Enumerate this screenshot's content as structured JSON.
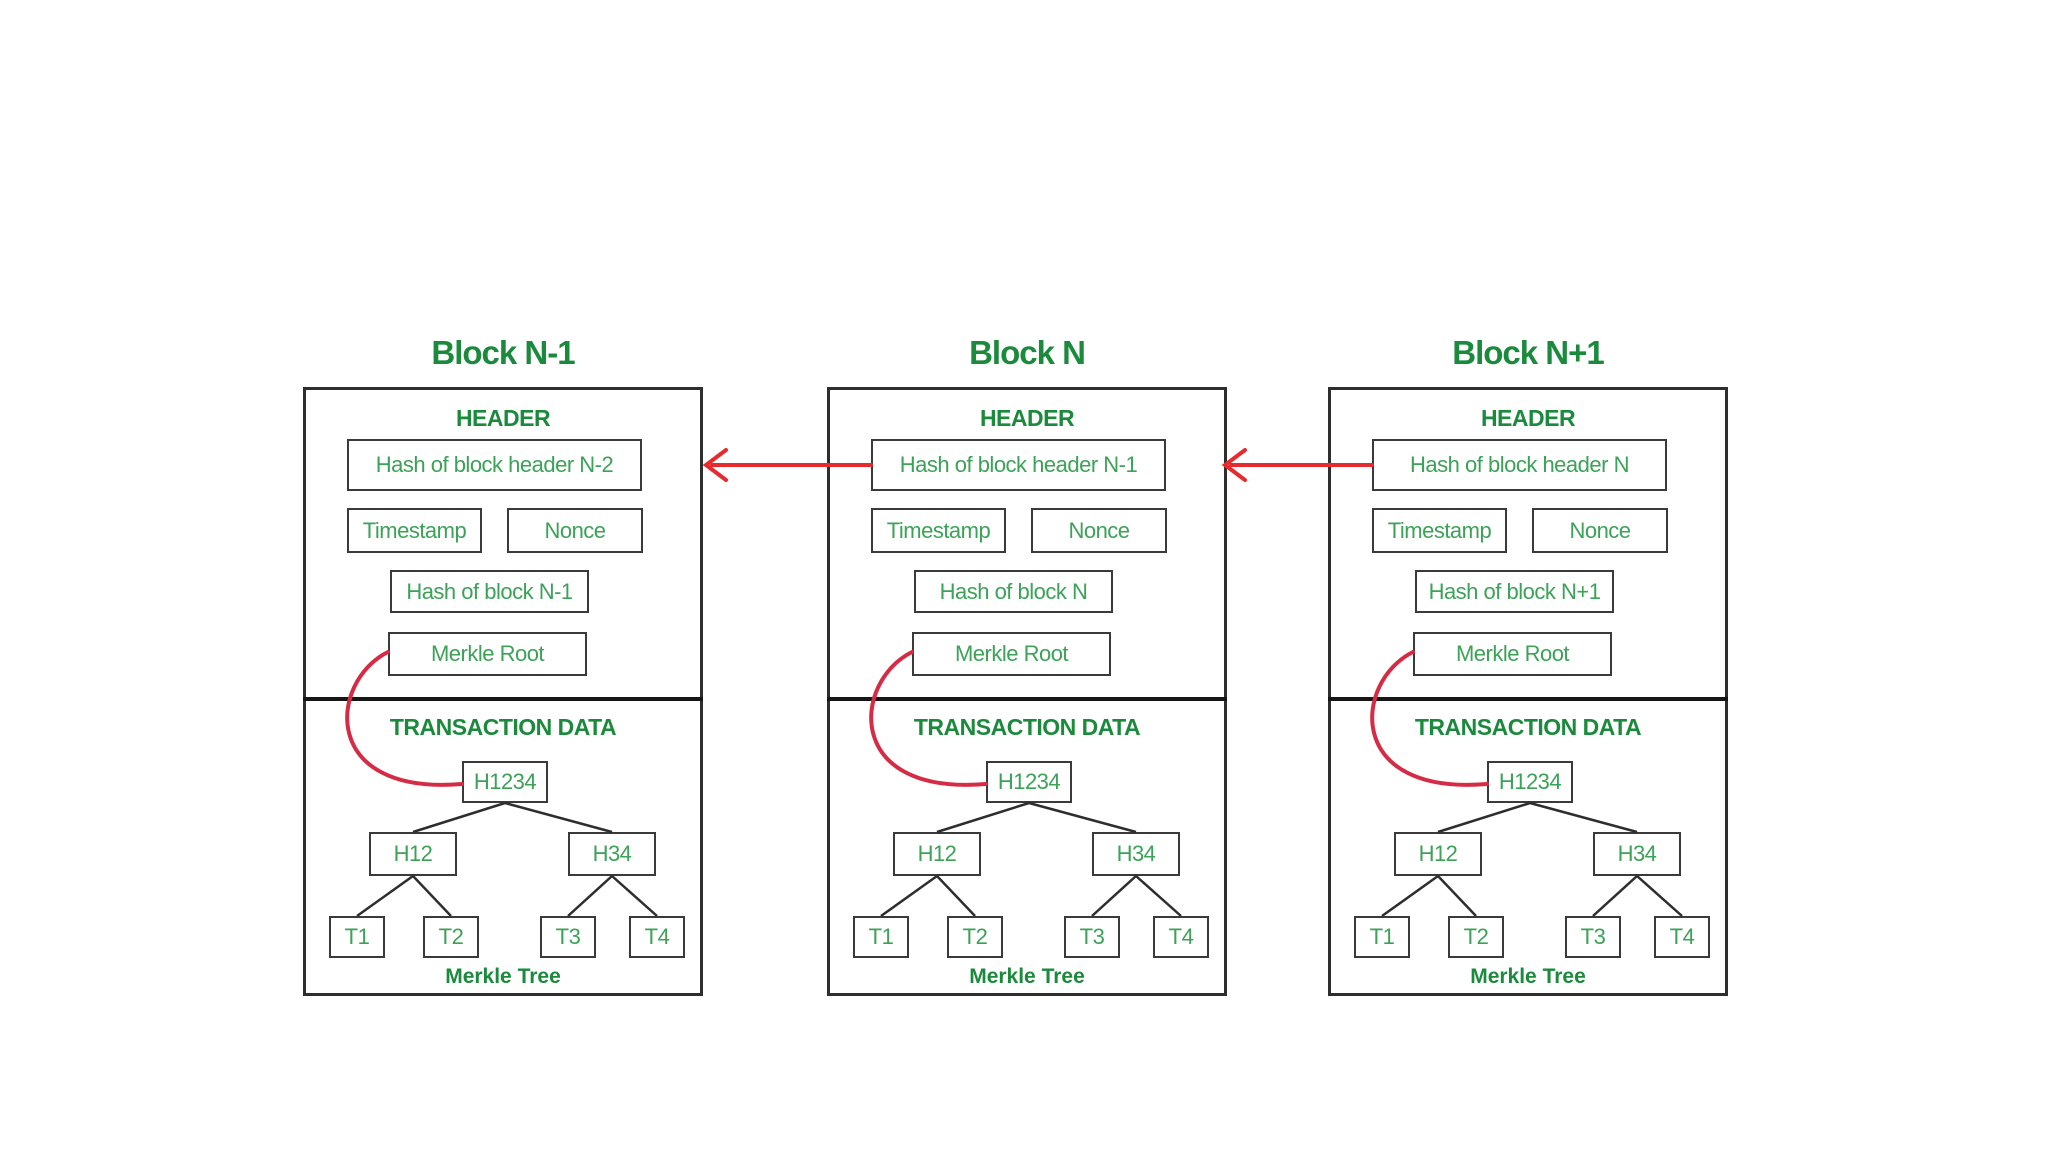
{
  "diagram": {
    "title_implied": "Blockchain block linkage with Merkle trees",
    "colors": {
      "heading_green": "#1b8a3c",
      "text_green": "#3ba257",
      "box_border": "#3a3a3a",
      "block_border": "#2e2e2e",
      "arrow_red": "#e52b2e",
      "curve_red": "#d62b44",
      "background": "#ffffff"
    }
  },
  "blocks": [
    {
      "title": "Block N-1",
      "header_label": "HEADER",
      "hash_header": "Hash of block header N-2",
      "timestamp": "Timestamp",
      "nonce": "Nonce",
      "hash_block": "Hash of block N-1",
      "merkle_root": "Merkle Root",
      "transaction_label": "TRANSACTION DATA",
      "tree": {
        "root": "H1234",
        "left": "H12",
        "right": "H34",
        "leaves": [
          "T1",
          "T2",
          "T3",
          "T4"
        ]
      },
      "tree_label": "Merkle Tree"
    },
    {
      "title": "Block N",
      "header_label": "HEADER",
      "hash_header": "Hash of block header N-1",
      "timestamp": "Timestamp",
      "nonce": "Nonce",
      "hash_block": "Hash of block N",
      "merkle_root": "Merkle Root",
      "transaction_label": "TRANSACTION DATA",
      "tree": {
        "root": "H1234",
        "left": "H12",
        "right": "H34",
        "leaves": [
          "T1",
          "T2",
          "T3",
          "T4"
        ]
      },
      "tree_label": "Merkle Tree"
    },
    {
      "title": "Block N+1",
      "header_label": "HEADER",
      "hash_header": "Hash of block header N",
      "timestamp": "Timestamp",
      "nonce": "Nonce",
      "hash_block": "Hash of block N+1",
      "merkle_root": "Merkle Root",
      "transaction_label": "TRANSACTION DATA",
      "tree": {
        "root": "H1234",
        "left": "H12",
        "right": "H34",
        "leaves": [
          "T1",
          "T2",
          "T3",
          "T4"
        ]
      },
      "tree_label": "Merkle Tree"
    }
  ]
}
